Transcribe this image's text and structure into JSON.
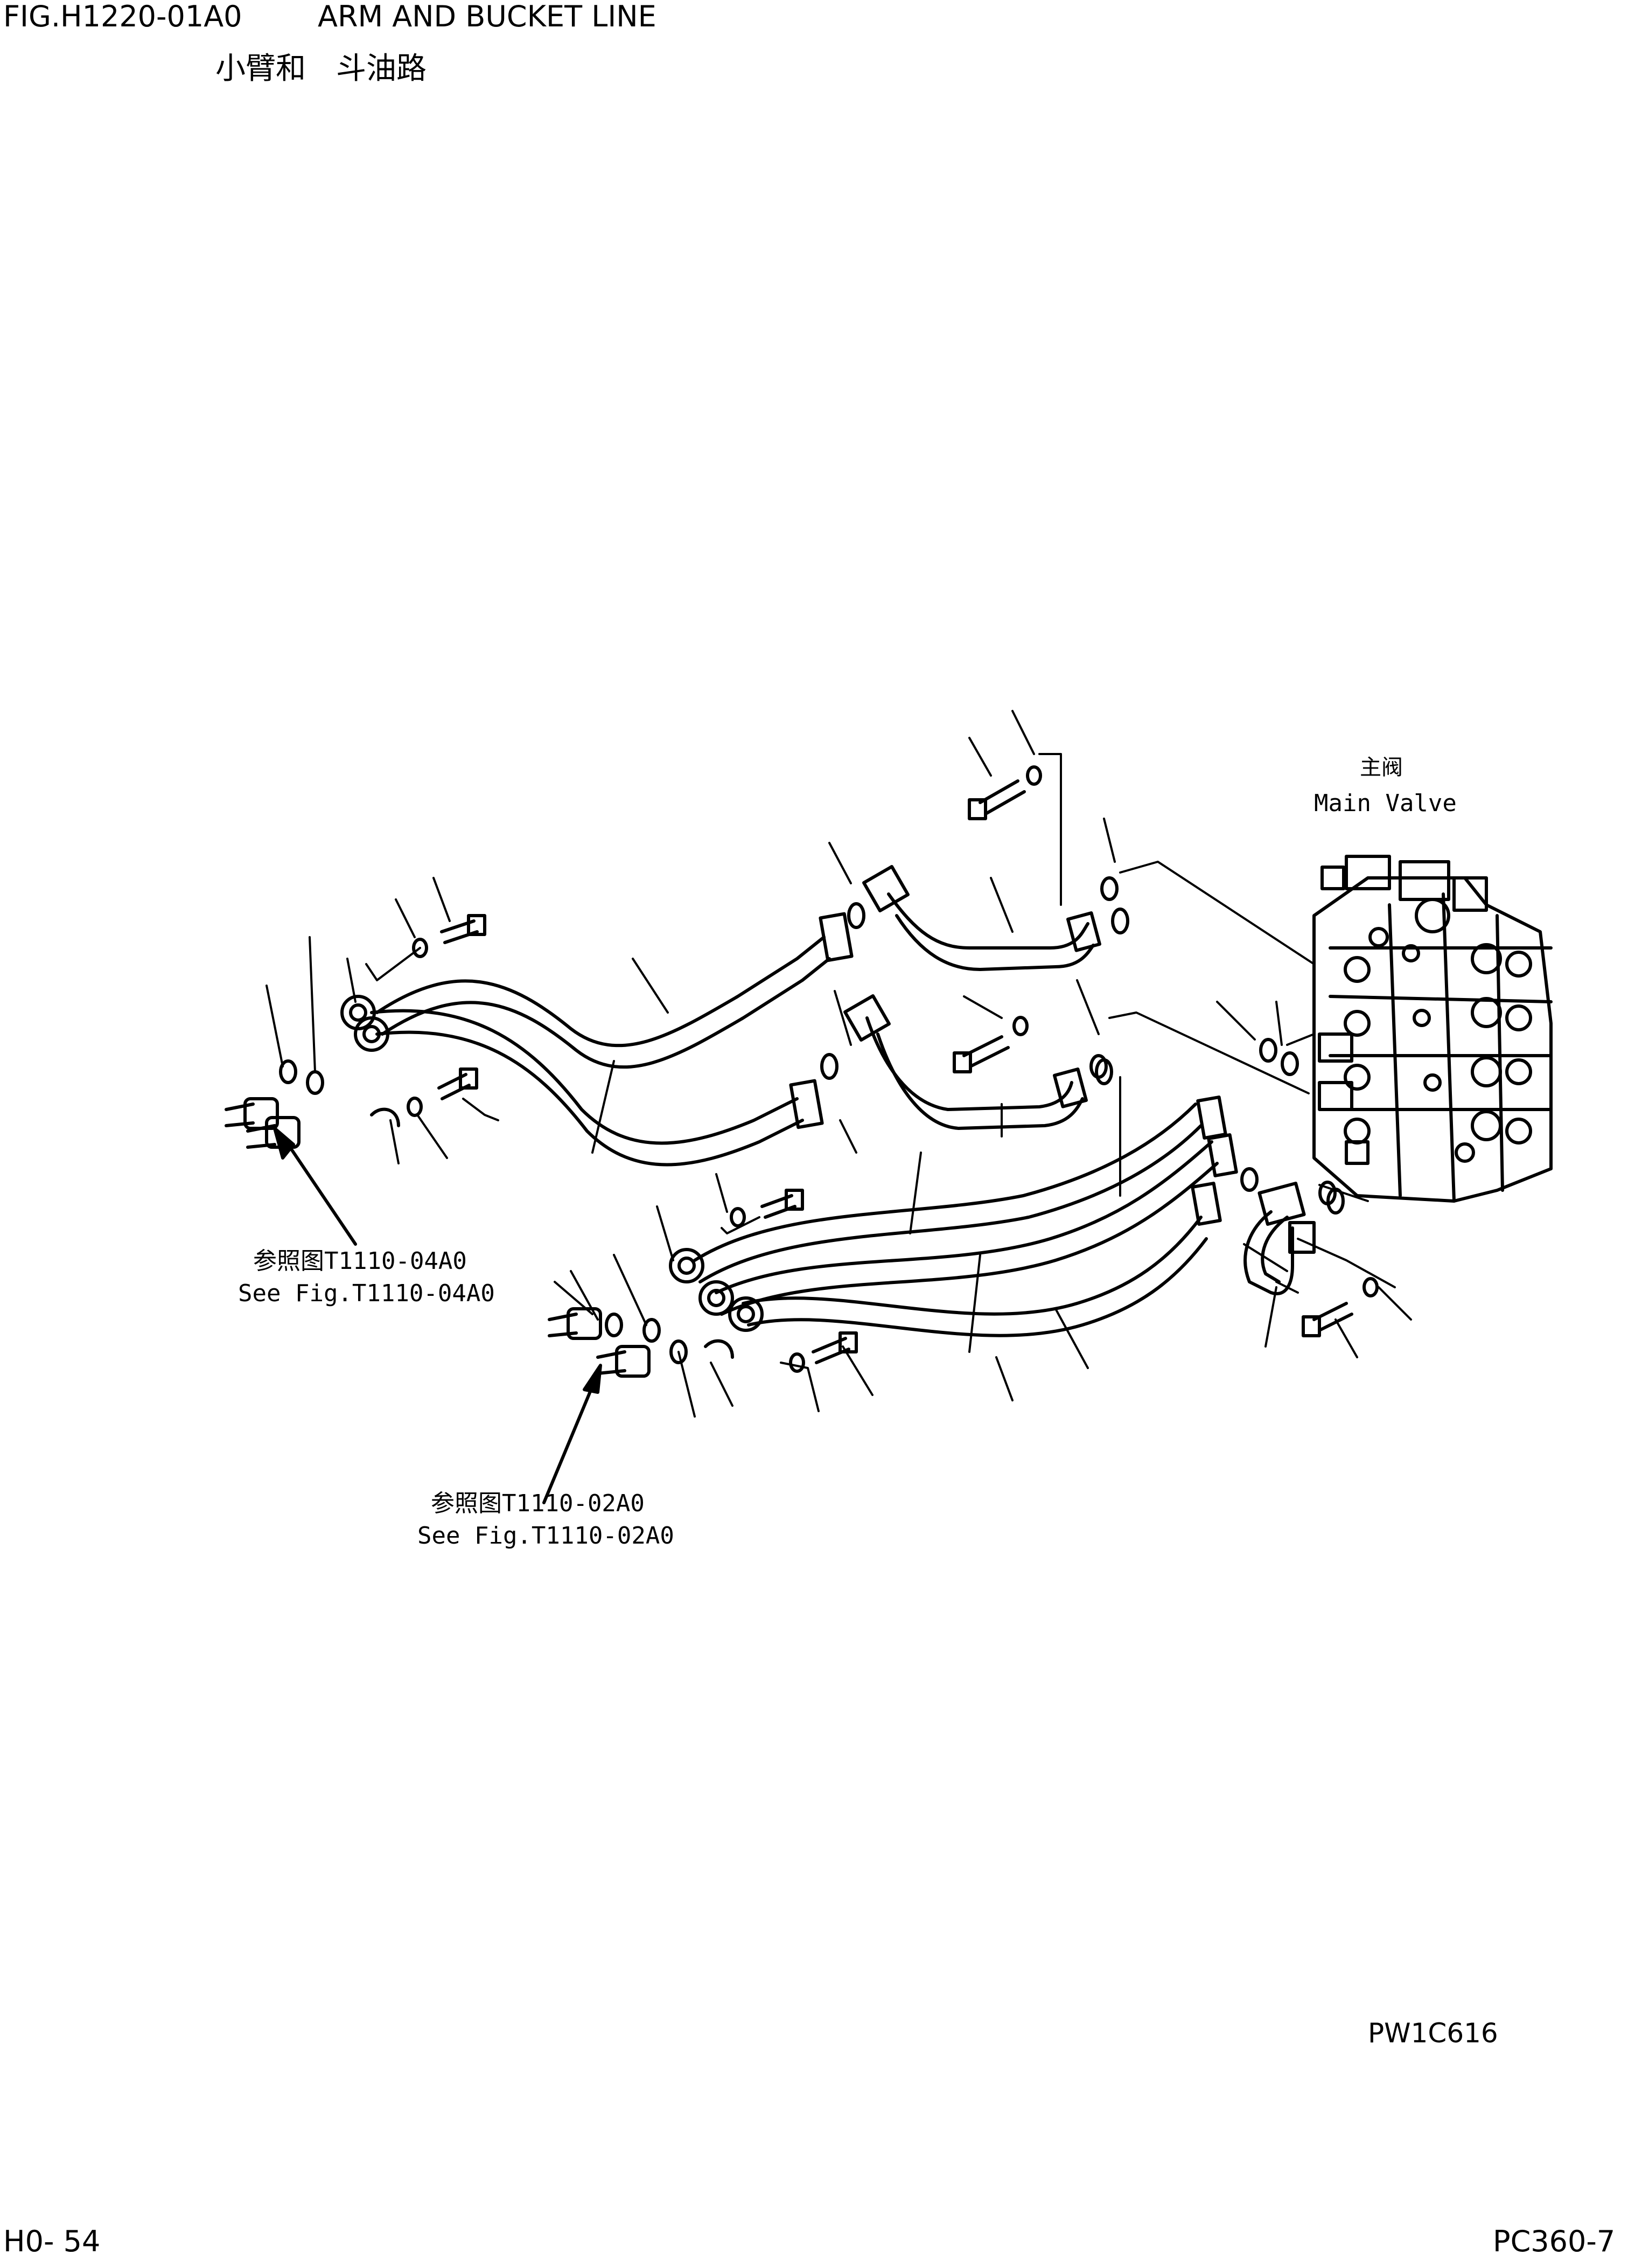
{
  "header": {
    "fig_id": "FIG.H1220-01A0",
    "title_en": "ARM AND BUCKET LINE",
    "title_cn": "小臂和　斗油路"
  },
  "callouts": {
    "main_valve_cn": "主阀",
    "main_valve_en": "Main Valve",
    "ref1_cn": "参照图T1110-04A0",
    "ref1_en": "See Fig.T1110-04A0",
    "ref2_cn": "参照图T1110-02A0",
    "ref2_en": "See Fig.T1110-02A0"
  },
  "drawing_code": "PW1C616",
  "footer": {
    "page": "H0- 54",
    "model": "PC360-7"
  }
}
